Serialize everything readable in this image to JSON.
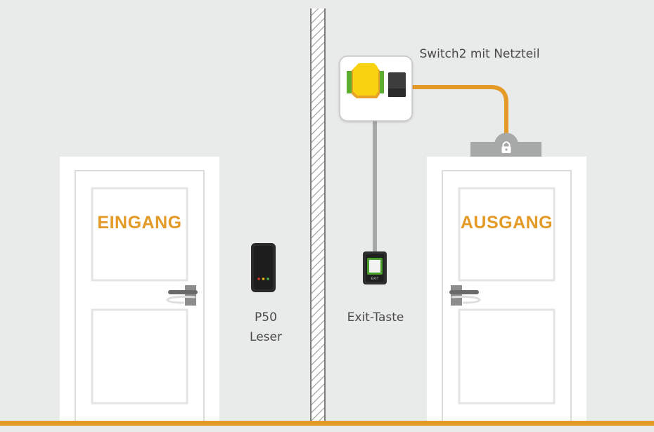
{
  "doors": {
    "left_label": "EINGANG",
    "right_label": "AUSGANG"
  },
  "devices": {
    "reader_line1": "P50",
    "reader_line2": "Leser",
    "exit_button": "Exit-Taste",
    "exit_button_face": "EXIT",
    "switch_box": "Switch2 mit Netzteil",
    "lock_icon": "lock-icon"
  },
  "colors": {
    "background": "#e9eaea",
    "door": "#ffffff",
    "accent_orange": "#e49a26",
    "cable_grey": "#a7a8a8",
    "floor": "#e49a26",
    "relay_yellow": "#f6d210",
    "terminal_green": "#5dae2f"
  }
}
